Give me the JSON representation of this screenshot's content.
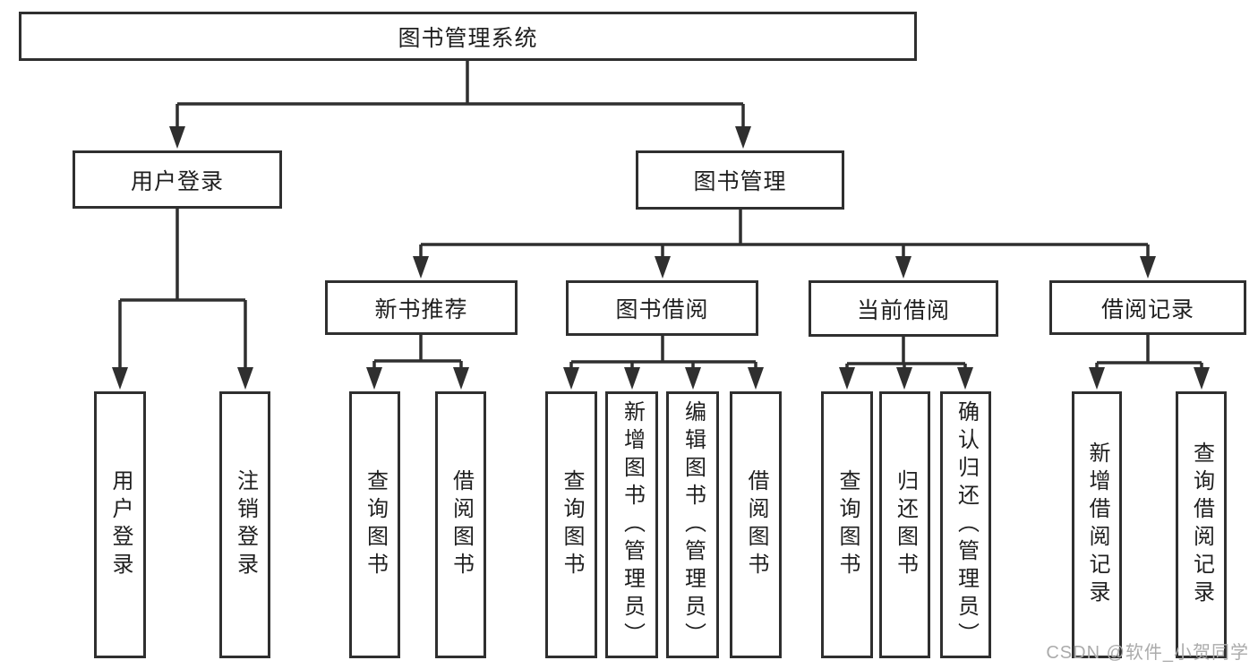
{
  "page": {
    "background": "#ffffff",
    "line_color": "#2f2f2f",
    "border_color": "#2f2f2f",
    "text_color": "#1f1f1f",
    "watermark_color": "#ababab"
  },
  "watermark": {
    "text": "CSDN @软件_小贺同学"
  },
  "tree": {
    "root": "图书管理系统",
    "branches": [
      {
        "label": "用户登录",
        "leaves": [
          "用户登录",
          "注销登录"
        ]
      },
      {
        "label": "图书管理",
        "groups": [
          {
            "label": "新书推荐",
            "leaves": [
              "查询图书",
              "借阅图书"
            ]
          },
          {
            "label": "图书借阅",
            "leaves": [
              "查询图书",
              "新增图书（管理员）",
              "编辑图书（管理员）",
              "借阅图书"
            ]
          },
          {
            "label": "当前借阅",
            "leaves": [
              "查询图书",
              "归还图书",
              "确认归还（管理员）"
            ]
          },
          {
            "label": "借阅记录",
            "leaves": [
              "新增借阅记录",
              "查询借阅记录"
            ]
          }
        ]
      }
    ]
  }
}
